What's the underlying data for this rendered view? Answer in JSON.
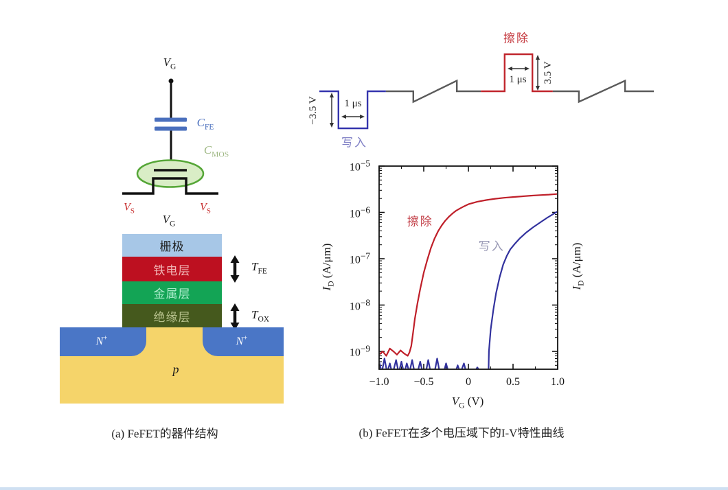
{
  "figure_a": {
    "caption": "(a) FeFET的器件结构",
    "circuit": {
      "gate_terminal": {
        "base": "V",
        "sub": "G"
      },
      "ferro_cap": {
        "base": "C",
        "sub": "FE",
        "color": "#4a6fbd"
      },
      "mos_cap": {
        "base": "C",
        "sub": "MOS",
        "color": "#9fb884"
      },
      "source_left": {
        "base": "V",
        "sub": "S",
        "color": "#c62a2a"
      },
      "source_right": {
        "base": "V",
        "sub": "S",
        "color": "#c62a2a"
      },
      "ellipse_stroke": "#55a637",
      "ellipse_fill": "#d9edc6"
    },
    "stack": {
      "gate_node": {
        "base": "V",
        "sub": "G"
      },
      "layers": [
        {
          "label": "栅极",
          "color": "#a7c7e7",
          "text_color": "#222222"
        },
        {
          "label": "铁电层",
          "color": "#bd1020",
          "text_color": "#f0b4b4"
        },
        {
          "label": "金属层",
          "color": "#13a455",
          "text_color": "#abeccb"
        },
        {
          "label": "绝缘层",
          "color": "#45591d",
          "text_color": "#b7c18d"
        }
      ],
      "thickness_fe": {
        "base": "T",
        "sub": "FE"
      },
      "thickness_ox": {
        "base": "T",
        "sub": "OX"
      }
    },
    "substrate": {
      "n_plus_left": {
        "base": "N",
        "sup": "+"
      },
      "n_plus_right": {
        "base": "N",
        "sup": "+"
      },
      "p_well": "p",
      "n_color": "#4a76c6",
      "p_color": "#f5d46a"
    }
  },
  "figure_b": {
    "caption": "(b) FeFET在多个电压域下的I-V特性曲线"
  },
  "chart_data": [
    {
      "type": "line",
      "name": "gate-voltage-pulse-waveform",
      "y_unit": "V",
      "pulse_amplitude_v": 3.5,
      "pulse_width_us": 1,
      "segments": [
        {
          "name": "write-pulse",
          "color": "#3434ad",
          "points": [
            [
              0,
              0
            ],
            [
              5.7,
              0
            ],
            [
              5.7,
              -3.5
            ],
            [
              14.4,
              -3.5
            ],
            [
              14.4,
              0
            ],
            [
              19.9,
              0
            ]
          ]
        },
        {
          "name": "read-sweep-1",
          "color": "#5a5a5a",
          "points": [
            [
              19.9,
              0
            ],
            [
              28.1,
              0
            ],
            [
              28.1,
              -1
            ],
            [
              41.1,
              1
            ],
            [
              41.1,
              0
            ],
            [
              48.3,
              0
            ]
          ]
        },
        {
          "name": "erase-pulse",
          "color": "#c0252c",
          "points": [
            [
              48.3,
              0
            ],
            [
              55.4,
              0
            ],
            [
              55.4,
              3.5
            ],
            [
              63.7,
              3.5
            ],
            [
              63.7,
              0
            ],
            [
              69.8,
              0
            ]
          ]
        },
        {
          "name": "read-sweep-2",
          "color": "#5a5a5a",
          "points": [
            [
              69.8,
              0
            ],
            [
              77.6,
              0
            ],
            [
              77.6,
              -1
            ],
            [
              91.4,
              1
            ],
            [
              91.4,
              0
            ],
            [
              100,
              0
            ]
          ]
        }
      ],
      "annotations": {
        "write_label": {
          "text": "写入",
          "color": "#8282c6"
        },
        "erase_label": {
          "text": "擦除",
          "color": "#c4373d"
        },
        "write_amplitude": "−3.5 V",
        "erase_amplitude": "3.5 V",
        "write_width": "1 μs",
        "erase_width": "1 μs"
      }
    },
    {
      "type": "line",
      "name": "id-vg-transfer-curves",
      "xlabel": {
        "base": "V",
        "sub": "G",
        "rest": "(V)"
      },
      "ylabel_left": {
        "base": "I",
        "sub": "D",
        "rest": "(A/μm)"
      },
      "ylabel_right": {
        "base": "I",
        "sub": "D",
        "rest": "(A/μm)"
      },
      "xlim": [
        -1,
        1
      ],
      "ylim_log": [
        -9.385,
        -5
      ],
      "x_ticks": [
        {
          "v": -1.0,
          "label": "−1.0"
        },
        {
          "v": -0.5,
          "label": "−0.5"
        },
        {
          "v": 0,
          "label": "0"
        },
        {
          "v": 0.5,
          "label": "0.5"
        },
        {
          "v": 1.0,
          "label": "1.0"
        }
      ],
      "x_minor_ticks": [
        -0.75,
        -0.25,
        0.25,
        0.75
      ],
      "y_tick_exponents": [
        -5,
        -6,
        -7,
        -8,
        -9
      ],
      "series": [
        {
          "name": "erase",
          "label": "擦除",
          "label_color": "#c4444c",
          "color": "#bf1f29",
          "label_pos": {
            "x": -0.54,
            "y": 6.8e-07
          },
          "points": [
            [
              -1.0,
              8.5e-10
            ],
            [
              -0.96,
              1e-09
            ],
            [
              -0.92,
              8e-10
            ],
            [
              -0.88,
              1.15e-09
            ],
            [
              -0.84,
              1e-09
            ],
            [
              -0.8,
              8.5e-10
            ],
            [
              -0.76,
              1.05e-09
            ],
            [
              -0.72,
              9e-10
            ],
            [
              -0.68,
              8e-10
            ],
            [
              -0.66,
              9.5e-10
            ],
            [
              -0.64,
              1.3e-09
            ],
            [
              -0.62,
              2.5e-09
            ],
            [
              -0.6,
              5e-09
            ],
            [
              -0.57,
              1.1e-08
            ],
            [
              -0.54,
              2.2e-08
            ],
            [
              -0.5,
              5e-08
            ],
            [
              -0.46,
              9.5e-08
            ],
            [
              -0.42,
              1.7e-07
            ],
            [
              -0.38,
              2.7e-07
            ],
            [
              -0.34,
              3.9e-07
            ],
            [
              -0.3,
              5.2e-07
            ],
            [
              -0.26,
              6.6e-07
            ],
            [
              -0.22,
              8e-07
            ],
            [
              -0.18,
              9.4e-07
            ],
            [
              -0.14,
              1.08e-06
            ],
            [
              -0.1,
              1.2e-06
            ],
            [
              -0.05,
              1.35e-06
            ],
            [
              0.0,
              1.5e-06
            ],
            [
              0.1,
              1.7e-06
            ],
            [
              0.2,
              1.85e-06
            ],
            [
              0.3,
              1.97e-06
            ],
            [
              0.4,
              2.07e-06
            ],
            [
              0.5,
              2.15e-06
            ],
            [
              0.6,
              2.22e-06
            ],
            [
              0.7,
              2.3e-06
            ],
            [
              0.8,
              2.36e-06
            ],
            [
              0.9,
              2.42e-06
            ],
            [
              1.0,
              2.5e-06
            ]
          ]
        },
        {
          "name": "write",
          "label": "写入",
          "label_color": "#9898b4",
          "color": "#32329e",
          "label_pos": {
            "x": 0.26,
            "y": 2e-07
          },
          "points": [
            [
              -1.0,
              6e-10
            ],
            [
              -0.97,
              3.5e-10
            ],
            [
              -0.94,
              7e-10
            ],
            [
              -0.91,
              3.5e-10
            ],
            [
              -0.88,
              5.5e-10
            ],
            [
              -0.85,
              3.2e-10
            ],
            [
              -0.81,
              6.5e-10
            ],
            [
              -0.78,
              3.4e-10
            ],
            [
              -0.75,
              6e-10
            ],
            [
              -0.72,
              3.3e-10
            ],
            [
              -0.69,
              5.5e-10
            ],
            [
              -0.66,
              3.5e-10
            ],
            [
              -0.63,
              6.5e-10
            ],
            [
              -0.6,
              3.3e-10
            ],
            [
              -0.57,
              3.5e-10
            ],
            [
              -0.54,
              6e-10
            ],
            [
              -0.51,
              3.4e-10
            ],
            [
              -0.48,
              3.3e-10
            ],
            [
              -0.45,
              6.5e-10
            ],
            [
              -0.42,
              3.3e-10
            ],
            [
              -0.38,
              3.5e-10
            ],
            [
              -0.35,
              7e-10
            ],
            [
              -0.32,
              3.4e-10
            ],
            [
              -0.28,
              3.3e-10
            ],
            [
              -0.25,
              5.5e-10
            ],
            [
              -0.22,
              3.4e-10
            ],
            [
              -0.15,
              3.3e-10
            ],
            [
              -0.12,
              5e-10
            ],
            [
              -0.09,
              3.4e-10
            ],
            [
              -0.05,
              5.5e-10
            ],
            [
              -0.02,
              3.3e-10
            ],
            [
              0.05,
              3.2e-10
            ],
            [
              0.1,
              4.5e-10
            ],
            [
              0.15,
              3.3e-10
            ],
            [
              0.21,
              3.4e-10
            ],
            [
              0.225,
              3.5e-10
            ],
            [
              0.23,
              1e-09
            ],
            [
              0.25,
              3e-09
            ],
            [
              0.28,
              8e-09
            ],
            [
              0.31,
              1.8e-08
            ],
            [
              0.35,
              4e-08
            ],
            [
              0.39,
              7.5e-08
            ],
            [
              0.43,
              1.15e-07
            ],
            [
              0.47,
              1.6e-07
            ],
            [
              0.52,
              2.1e-07
            ],
            [
              0.58,
              2.8e-07
            ],
            [
              0.65,
              3.7e-07
            ],
            [
              0.72,
              4.7e-07
            ],
            [
              0.8,
              6e-07
            ],
            [
              0.88,
              7.6e-07
            ],
            [
              0.95,
              9.2e-07
            ],
            [
              1.0,
              1.05e-06
            ]
          ]
        }
      ]
    }
  ]
}
